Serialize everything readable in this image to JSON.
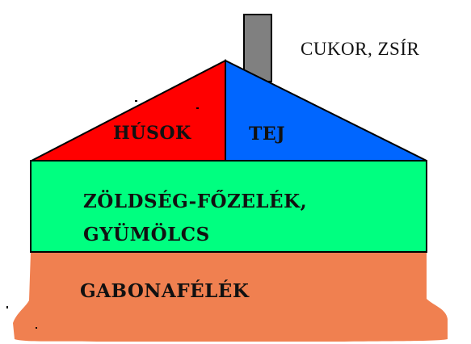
{
  "pyramid": {
    "top_label": "CUKOR, ZSÍR",
    "roof": {
      "left_label": "HÚSOK",
      "right_label": "TEJ",
      "left_color": "#ff0000",
      "right_color": "#0066ff"
    },
    "middle": {
      "line1": "ZÖLDSÉG-FŐZELÉK,",
      "line2": "GYÜMÖLCS",
      "color": "#00ff80"
    },
    "base": {
      "label": "GABONAFÉLÉK",
      "color": "#f08050"
    },
    "chimney_color": "#808080",
    "outline_color": "#000000"
  }
}
